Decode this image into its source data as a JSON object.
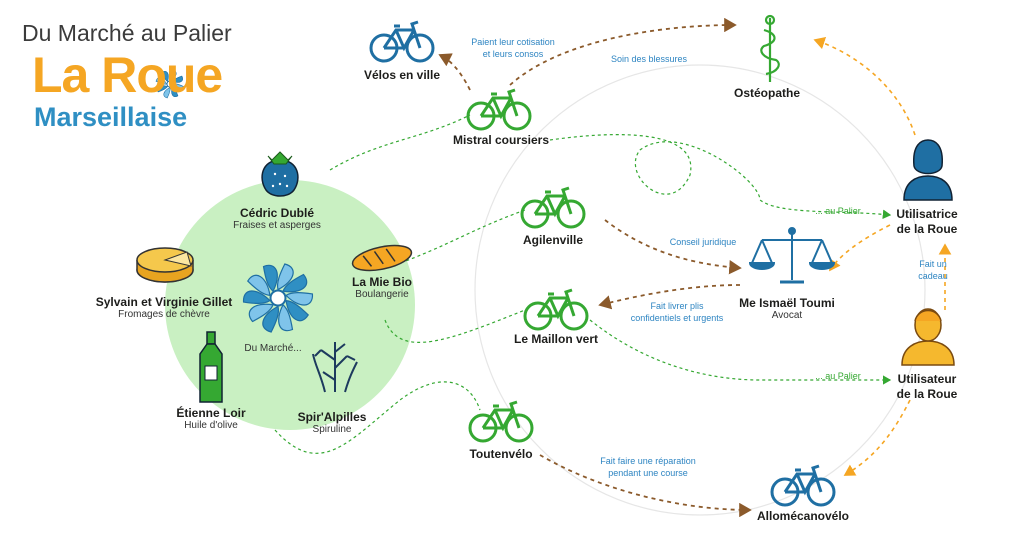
{
  "header": {
    "subtitle": "Du Marché au Palier",
    "logo_main": "La Roue",
    "logo_sub": "Marseillaise"
  },
  "center_label": "Du Marché...",
  "producers": [
    {
      "name": "Cédric Dublé",
      "sub": "Fraises et asperges",
      "icon": "strawberry-icon"
    },
    {
      "name": "La Mie Bio",
      "sub": "Boulangerie",
      "icon": "bread-icon"
    },
    {
      "name": "Sylvain et Virginie Gillet",
      "sub": "Fromages de chèvre",
      "icon": "cheese-icon"
    },
    {
      "name": "Étienne Loir",
      "sub": "Huile d'olive",
      "icon": "bottle-icon"
    },
    {
      "name": "Spir'Alpilles",
      "sub": "Spiruline",
      "icon": "seaweed-icon"
    }
  ],
  "couriers": [
    {
      "name": "Mistral coursiers"
    },
    {
      "name": "Agilenville"
    },
    {
      "name": "Le Maillon vert"
    },
    {
      "name": "Toutenvélo"
    }
  ],
  "partners": [
    {
      "name": "Vélos en ville",
      "sub": ""
    },
    {
      "name": "Ostéopathe",
      "sub": ""
    },
    {
      "name": "Me Ismaël Toumi",
      "sub": "Avocat"
    },
    {
      "name": "Allomécanovélo",
      "sub": ""
    }
  ],
  "users": [
    {
      "name": "Utilisatrice\nde la Roue"
    },
    {
      "name": "Utilisateur\nde la Roue"
    }
  ],
  "annotations": {
    "cotisation": "Paient leur cotisation\net leurs consos",
    "soin": "Soin des blessures",
    "conseil": "Conseil juridique",
    "livrer": "Fait livrer plis\nconfidentiels et urgents",
    "palier1": "... au Palier",
    "palier2": "... au Palier",
    "cadeau": "Fait un\ncadeau",
    "reparation": "Fait faire une réparation\npendant une course"
  },
  "colors": {
    "green": "#35a832",
    "circle_fill": "#c9f0c2",
    "blue": "#1f6fa3",
    "brown": "#8b5a2b",
    "orange": "#f5a623",
    "annotation_blue": "#2e85c2"
  }
}
